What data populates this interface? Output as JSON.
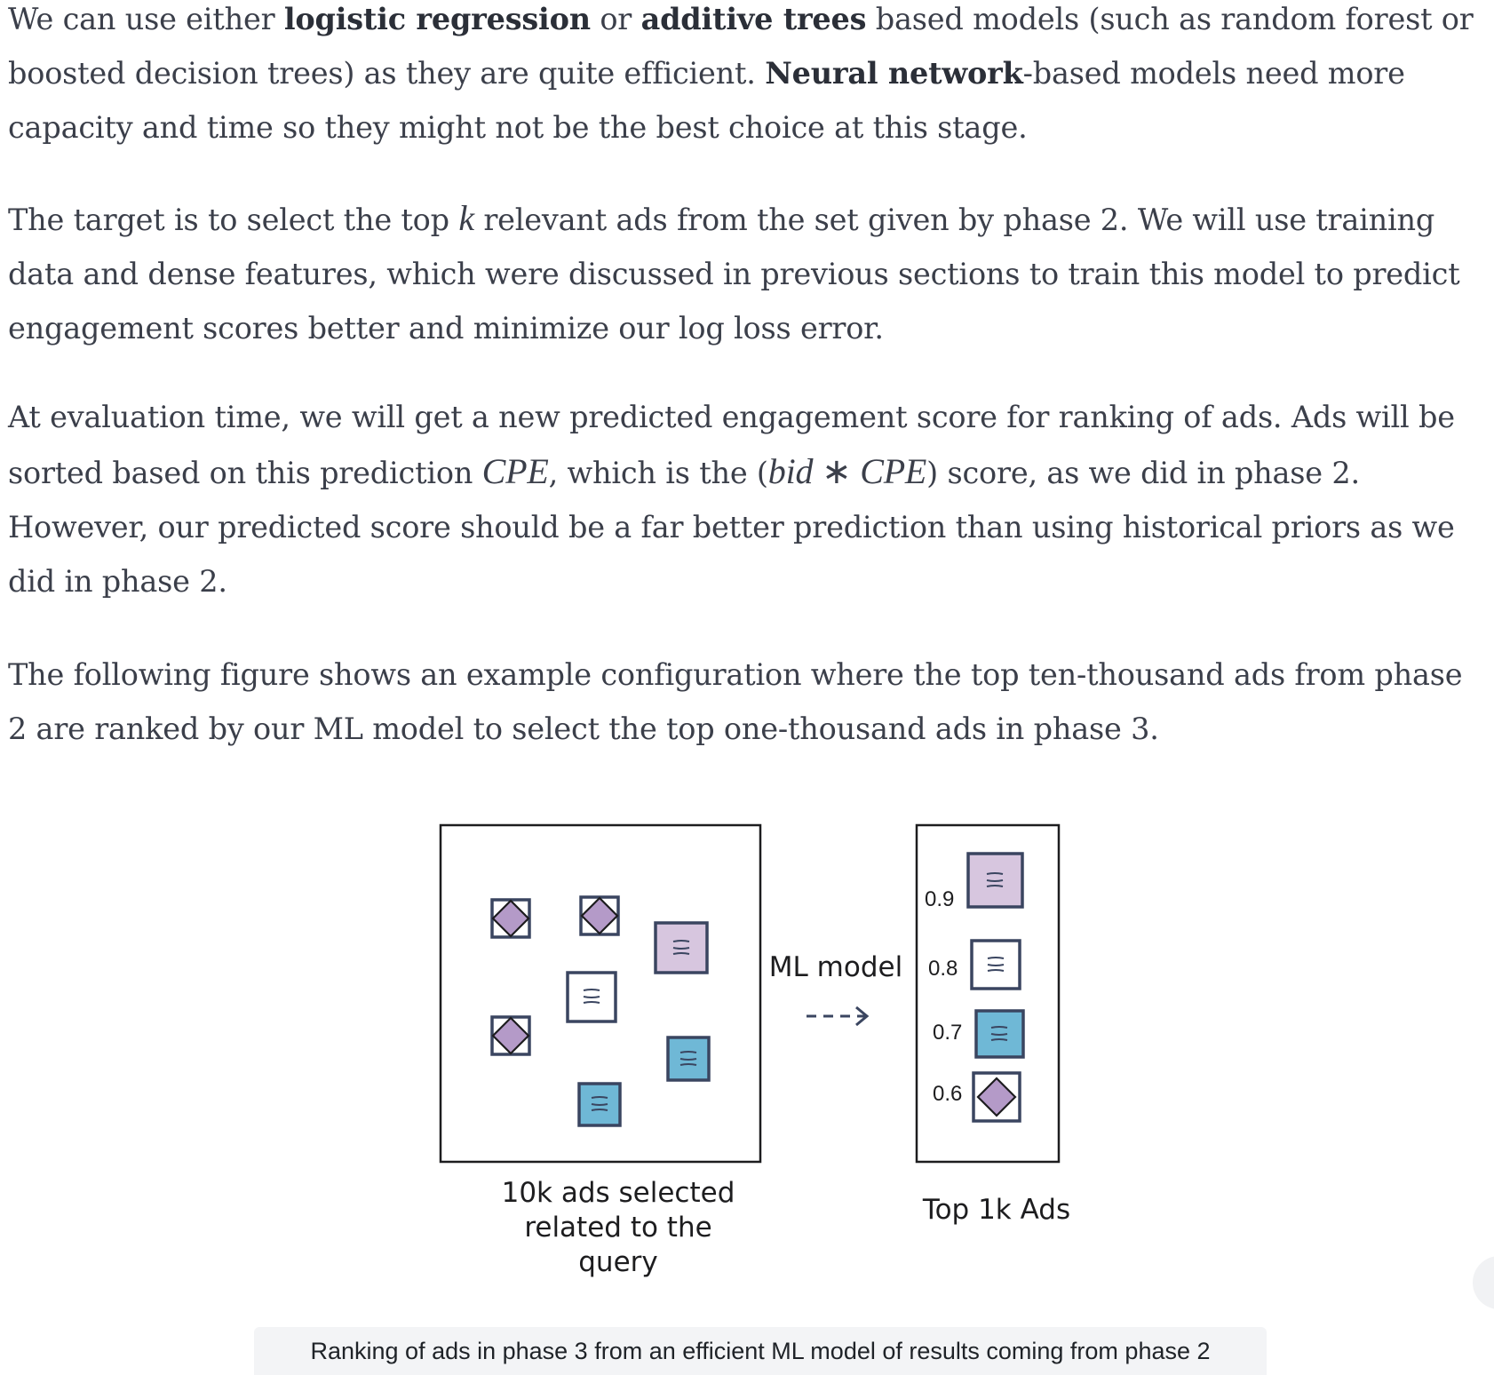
{
  "paragraphs": {
    "p1": {
      "l1_a": "We can use either ",
      "l1_b1": "logistic regression",
      "l1_c": " or ",
      "l1_b2": "additive trees",
      "l1_d": " based models (such as random forest or",
      "l2_a": "boosted decision trees) as they are quite efficient. ",
      "l2_b": "Neural network",
      "l2_c": "-based models need more",
      "l3": "capacity and time so they might not be the best choice at this stage."
    },
    "p2": {
      "l1_a": "The target is to select the top ",
      "l1_k": "k",
      "l1_b": " relevant ads from the set given by phase 2. We will use training",
      "l2": "data and dense features, which were discussed in previous sections to train this model to predict",
      "l3": "engagement scores better and minimize our log loss error."
    },
    "p3": {
      "l1": "At evaluation time, we will get a new predicted engagement score for ranking of ads. Ads will be",
      "l2_a": "sorted based on this prediction ",
      "l2_cpe": "CPE",
      "l2_b": ", which is the (",
      "l2_bid": "bid",
      "l2_star": " ∗ ",
      "l2_cpe2": "CPE",
      "l2_c": ") score, as we did in phase 2.",
      "l3": "However, our predicted score should be a far better prediction than using historical priors as we",
      "l4": "did in phase 2."
    },
    "p4": {
      "l1": "The following figure shows an example configuration where the top ten-thousand ads from phase",
      "l2": "2 are ranked by our ML model to select the top one-thousand ads in phase 3."
    }
  },
  "figure": {
    "left_label_lines": [
      "10k ads selected",
      "related to the",
      "query"
    ],
    "arrow_label": "ML model",
    "right_label": "Top 1k Ads",
    "scores": [
      "0.9",
      "0.8",
      "0.7",
      "0.6"
    ],
    "colors": {
      "stroke": "#3a4560",
      "purple_fill": "#d7c6df",
      "blue_fill": "#6fb8d6",
      "diamond_fill": "#b49ac8",
      "white_fill": "#ffffff"
    }
  },
  "caption": "Ranking of ads in phase 3 from an efficient ML model of results coming from phase 2"
}
